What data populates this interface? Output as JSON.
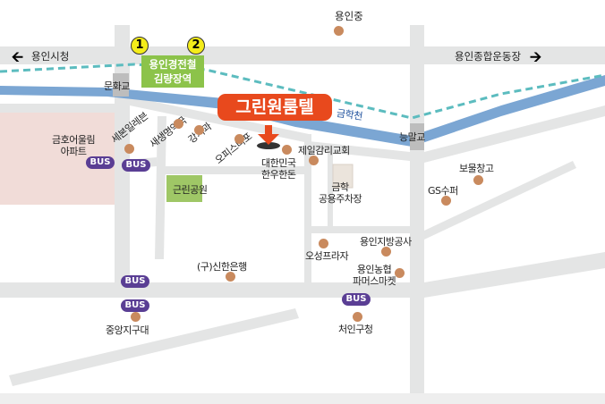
{
  "directions": {
    "left": "용인시청",
    "right": "용인종합운동장",
    "top": "용인중"
  },
  "station": {
    "line1": "용인경전철",
    "line2": "김량장역",
    "exits": [
      "1",
      "2"
    ]
  },
  "hotel": {
    "name": "그린원룸텔"
  },
  "bridges": [
    "문화교",
    "능말교"
  ],
  "river": "금학천",
  "places": {
    "apt": [
      "금호어울림",
      "아파트"
    ],
    "seven": "세본일레븐",
    "pharmacy": "새생명약국",
    "dental": "강치과",
    "office": "오피스디포",
    "hanwoo": [
      "대한민국",
      "한우한돈"
    ],
    "church": "제일감리교회",
    "parking": [
      "금학",
      "공용주차장"
    ],
    "park": "근린공원",
    "bomul": "보물창고",
    "gs": "GS수퍼",
    "corp": "용인지방공사",
    "osung": "오성프라자",
    "nh": [
      "용인농협",
      "파머스마켓"
    ],
    "bank": "(구)신한은행",
    "jungang": "중앙지구대",
    "cheoin": "처인구청"
  },
  "bus_label": "BUS",
  "colors": {
    "road": "#e4e5e5",
    "river": "#7ba6d3",
    "rail": "#5cbcbf",
    "dot": "#c98a5e",
    "bus": "#5a3e94",
    "hotel": "#e8491d",
    "station": "#8cc34a"
  }
}
